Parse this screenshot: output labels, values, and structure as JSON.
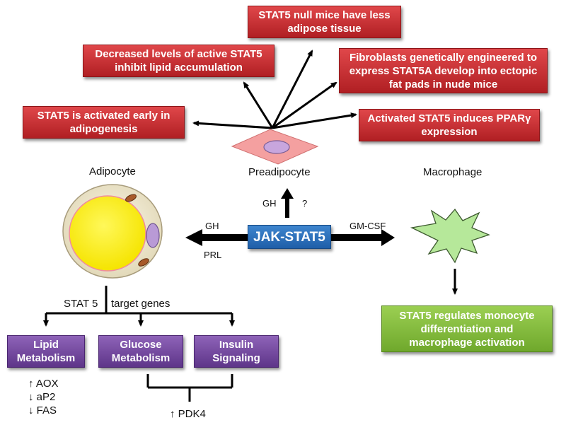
{
  "effects": {
    "null_mice": "STAT5 null mice have less\nadipose tissue",
    "decreased_levels": "Decreased levels of active STAT5\ninhibit lipid accumulation",
    "fibroblasts": "Fibroblasts genetically engineered to\nexpress STAT5A develop into ectopic\nfat pads in nude mice",
    "activated_early": "STAT5 is activated early in\nadipogenesis",
    "pparg": "Activated STAT5 induces PPARγ\nexpression"
  },
  "cells": {
    "adipocyte": "Adipocyte",
    "preadipocyte": "Preadipocyte",
    "macrophage": "Macrophage"
  },
  "center": {
    "label": "JAK-STAT5",
    "gh_up": "GH",
    "question": "?",
    "gh_left": "GH",
    "prl": "PRL",
    "gmcsf": "GM-CSF"
  },
  "stat5_targets": {
    "label_left": "STAT 5",
    "label_right": "target genes"
  },
  "target_boxes": {
    "lipid": "Lipid\nMetabolism",
    "glucose": "Glucose\nMetabolism",
    "insulin": "Insulin\nSignaling"
  },
  "lipid_genes": [
    "↑ AOX",
    "↓ aP2",
    "↓ FAS"
  ],
  "pdk4": "↑ PDK4",
  "macrophage_outcome": "STAT5 regulates monocyte\ndifferentiation and\nmacrophage activation",
  "colors": {
    "effect_box": "#c62c2f",
    "target_box": "#6d4399",
    "outcome_box": "#86bd40",
    "center_box": "#2c6fba",
    "fat_droplet": "#fff21a",
    "cell_body": "#efe8cf",
    "preadipocyte": "#f4a0a0",
    "macrophage": "#b6e89a"
  }
}
